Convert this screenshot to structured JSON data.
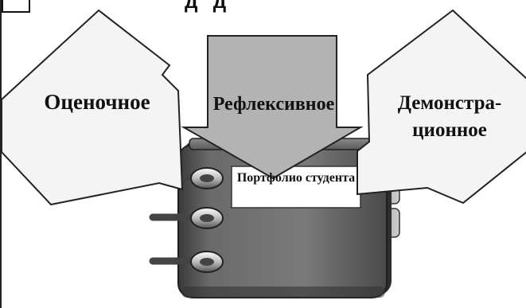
{
  "header": {
    "partial_text": "д д"
  },
  "diagram": {
    "center_label": "Портфолио студента",
    "arrows": {
      "left": "Оценочное",
      "top": "Рефлексивное",
      "right": "Демонстра-ционное"
    }
  },
  "colors": {
    "arrow_fill": "#f4f4f4",
    "arrow_top_fill": "#b3b3b3",
    "binder": "#555555",
    "stroke": "#222222"
  }
}
